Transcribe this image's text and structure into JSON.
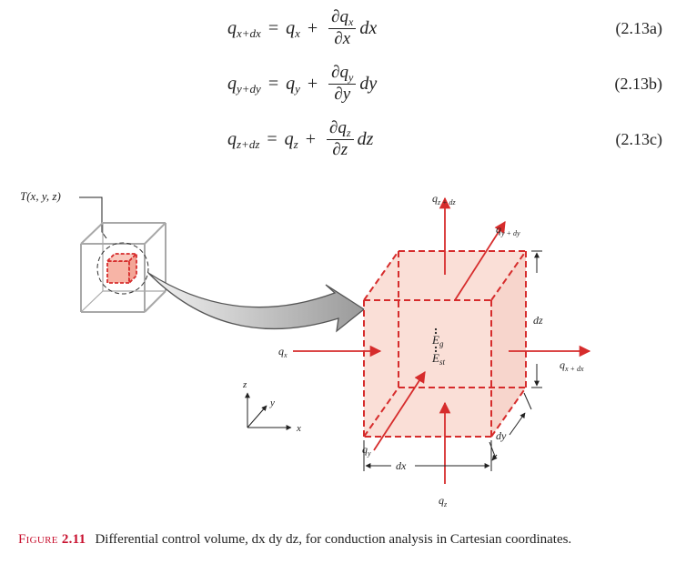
{
  "equations": [
    {
      "lhs": "q",
      "lhs_sub": "x+dx",
      "eq": "=",
      "rhs": "q",
      "rhs_sub": "x",
      "plus": "+",
      "num": "∂q",
      "num_sub": "x",
      "den": "∂x",
      "diff": "dx",
      "number": "(2.13a)"
    },
    {
      "lhs": "q",
      "lhs_sub": "y+dy",
      "eq": "=",
      "rhs": "q",
      "rhs_sub": "y",
      "plus": "+",
      "num": "∂q",
      "num_sub": "y",
      "den": "∂y",
      "diff": "dy",
      "number": "(2.13b)"
    },
    {
      "lhs": "q",
      "lhs_sub": "z+dz",
      "eq": "=",
      "rhs": "q",
      "rhs_sub": "z",
      "plus": "+",
      "num": "∂q",
      "num_sub": "z",
      "den": "∂z",
      "diff": "dz",
      "number": "(2.13c)"
    }
  ],
  "figure": {
    "t_label": "T(x, y, z)",
    "qz_dz": "q",
    "qz_dz_sub": "z + dz",
    "qy_dy": "q",
    "qy_dy_sub": "y + dy",
    "qx": "q",
    "qx_sub": "x",
    "qx_dx": "q",
    "qx_dx_sub": "x + dx",
    "qy": "q",
    "qy_sub": "y",
    "qz": "q",
    "qz_sub": "z",
    "dz_label": "dz",
    "dy_label": "dy",
    "dx_label": "dx",
    "eg": "E",
    "eg_sub": "g",
    "est": "E",
    "est_sub": "st",
    "axis_z": "z",
    "axis_y": "y",
    "axis_x": "x"
  },
  "caption": {
    "label_word": "Figure",
    "label_number": "2.11",
    "text": "Differential control volume, dx dy dz, for conduction analysis in Cartesian coordinates."
  },
  "colors": {
    "red": "#d62c2c",
    "fill": "#f9d9d0",
    "gray": "#a8a8a8",
    "caption_red": "#c8102e"
  }
}
